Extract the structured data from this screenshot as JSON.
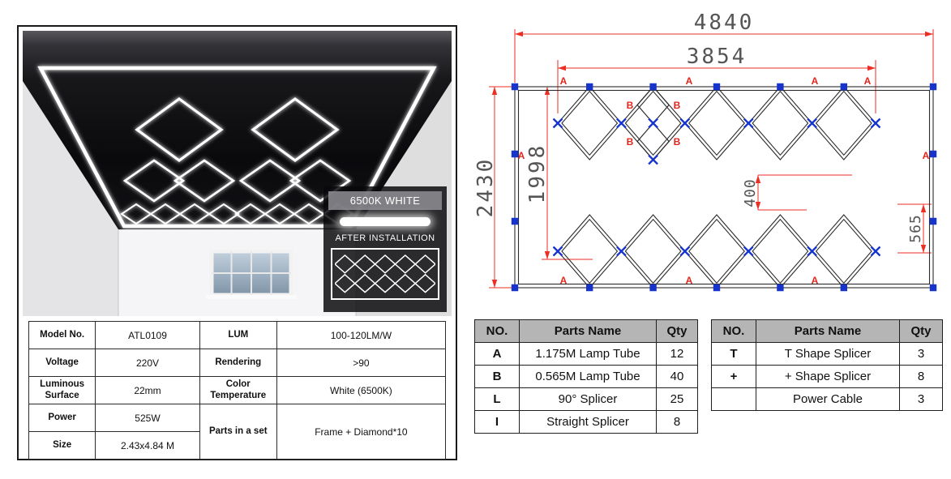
{
  "photo": {
    "color_temp_label": "6500K WHITE",
    "after_install_label": "AFTER INSTALLATION"
  },
  "spec": {
    "rows": [
      {
        "l1": "Model No.",
        "v1": "ATL0109",
        "l2": "LUM",
        "v2": "100-120LM/W"
      },
      {
        "l1": "Voltage",
        "v1": "220V",
        "l2": "Rendering",
        "v2": ">90"
      },
      {
        "l1": "Luminous Surface",
        "v1": "22mm",
        "l2": "Color Temperature",
        "v2": "White (6500K)"
      },
      {
        "l1": "Power",
        "v1": "525W",
        "l2": "Parts in a set",
        "v2": "Frame + Diamond*10"
      },
      {
        "l1": "Size",
        "v1": "2.43x4.84 M"
      }
    ]
  },
  "diagram": {
    "dim_total_width": "4840",
    "dim_inner_width": "3854",
    "dim_total_height": "2430",
    "dim_inner_height": "1998",
    "dim_row_gap": "400",
    "dim_diamond": "565",
    "label_a": "A",
    "label_b": "B",
    "dimension_line_color": "#ee2e24",
    "connector_color": "#1633cc"
  },
  "parts_left": {
    "headers": {
      "no": "NO.",
      "name": "Parts Name",
      "qty": "Qty"
    },
    "rows": [
      {
        "no": "A",
        "name": "1.175M Lamp Tube",
        "qty": "12"
      },
      {
        "no": "B",
        "name": "0.565M Lamp Tube",
        "qty": "40"
      },
      {
        "no": "L",
        "name": "90° Splicer",
        "qty": "25"
      },
      {
        "no": "I",
        "name": "Straight Splicer",
        "qty": "8"
      }
    ]
  },
  "parts_right": {
    "headers": {
      "no": "NO.",
      "name": "Parts Name",
      "qty": "Qty"
    },
    "rows": [
      {
        "no": "T",
        "name": "T Shape Splicer",
        "qty": "3"
      },
      {
        "no": "+",
        "name": "+ Shape Splicer",
        "qty": "8"
      },
      {
        "no": "",
        "name": "Power Cable",
        "qty": "3"
      }
    ]
  }
}
